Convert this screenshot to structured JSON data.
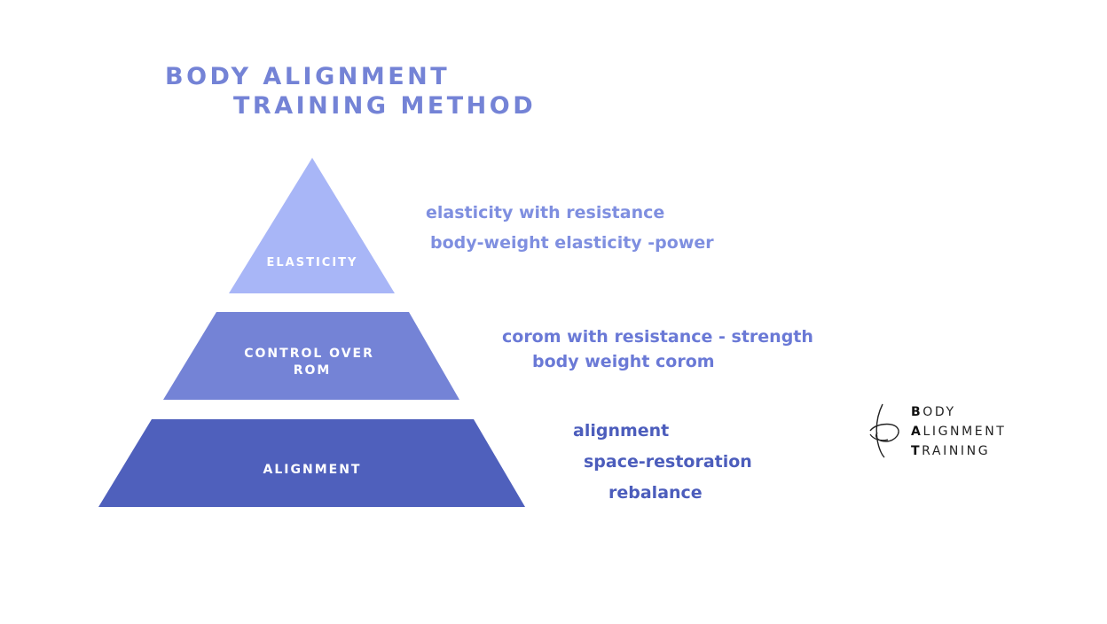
{
  "title": {
    "line1": "BODY ALIGNMENT",
    "line2": "TRAINING  METHOD"
  },
  "pyramid": {
    "tiers": [
      {
        "label_lines": [
          "ELASTICITY"
        ],
        "color": "#a8b6f7"
      },
      {
        "label_lines": [
          "CONTROL OVER",
          "ROM"
        ],
        "color": "#7483d6"
      },
      {
        "label_lines": [
          "ALIGNMENT"
        ],
        "color": "#4f60bc"
      }
    ]
  },
  "descriptions": {
    "elasticity": [
      "elasticity with resistance",
      "body-weight elasticity -power"
    ],
    "control": [
      "corom with resistance - strength",
      "body weight corom"
    ],
    "alignment": [
      "alignment",
      "space-restoration",
      "rebalance"
    ]
  },
  "logo": {
    "icon": "signature-b-icon",
    "lines": [
      {
        "initial": "B",
        "rest": "ODY"
      },
      {
        "initial": "A",
        "rest": "LIGNMENT"
      },
      {
        "initial": "T",
        "rest": "RAINING"
      }
    ]
  }
}
